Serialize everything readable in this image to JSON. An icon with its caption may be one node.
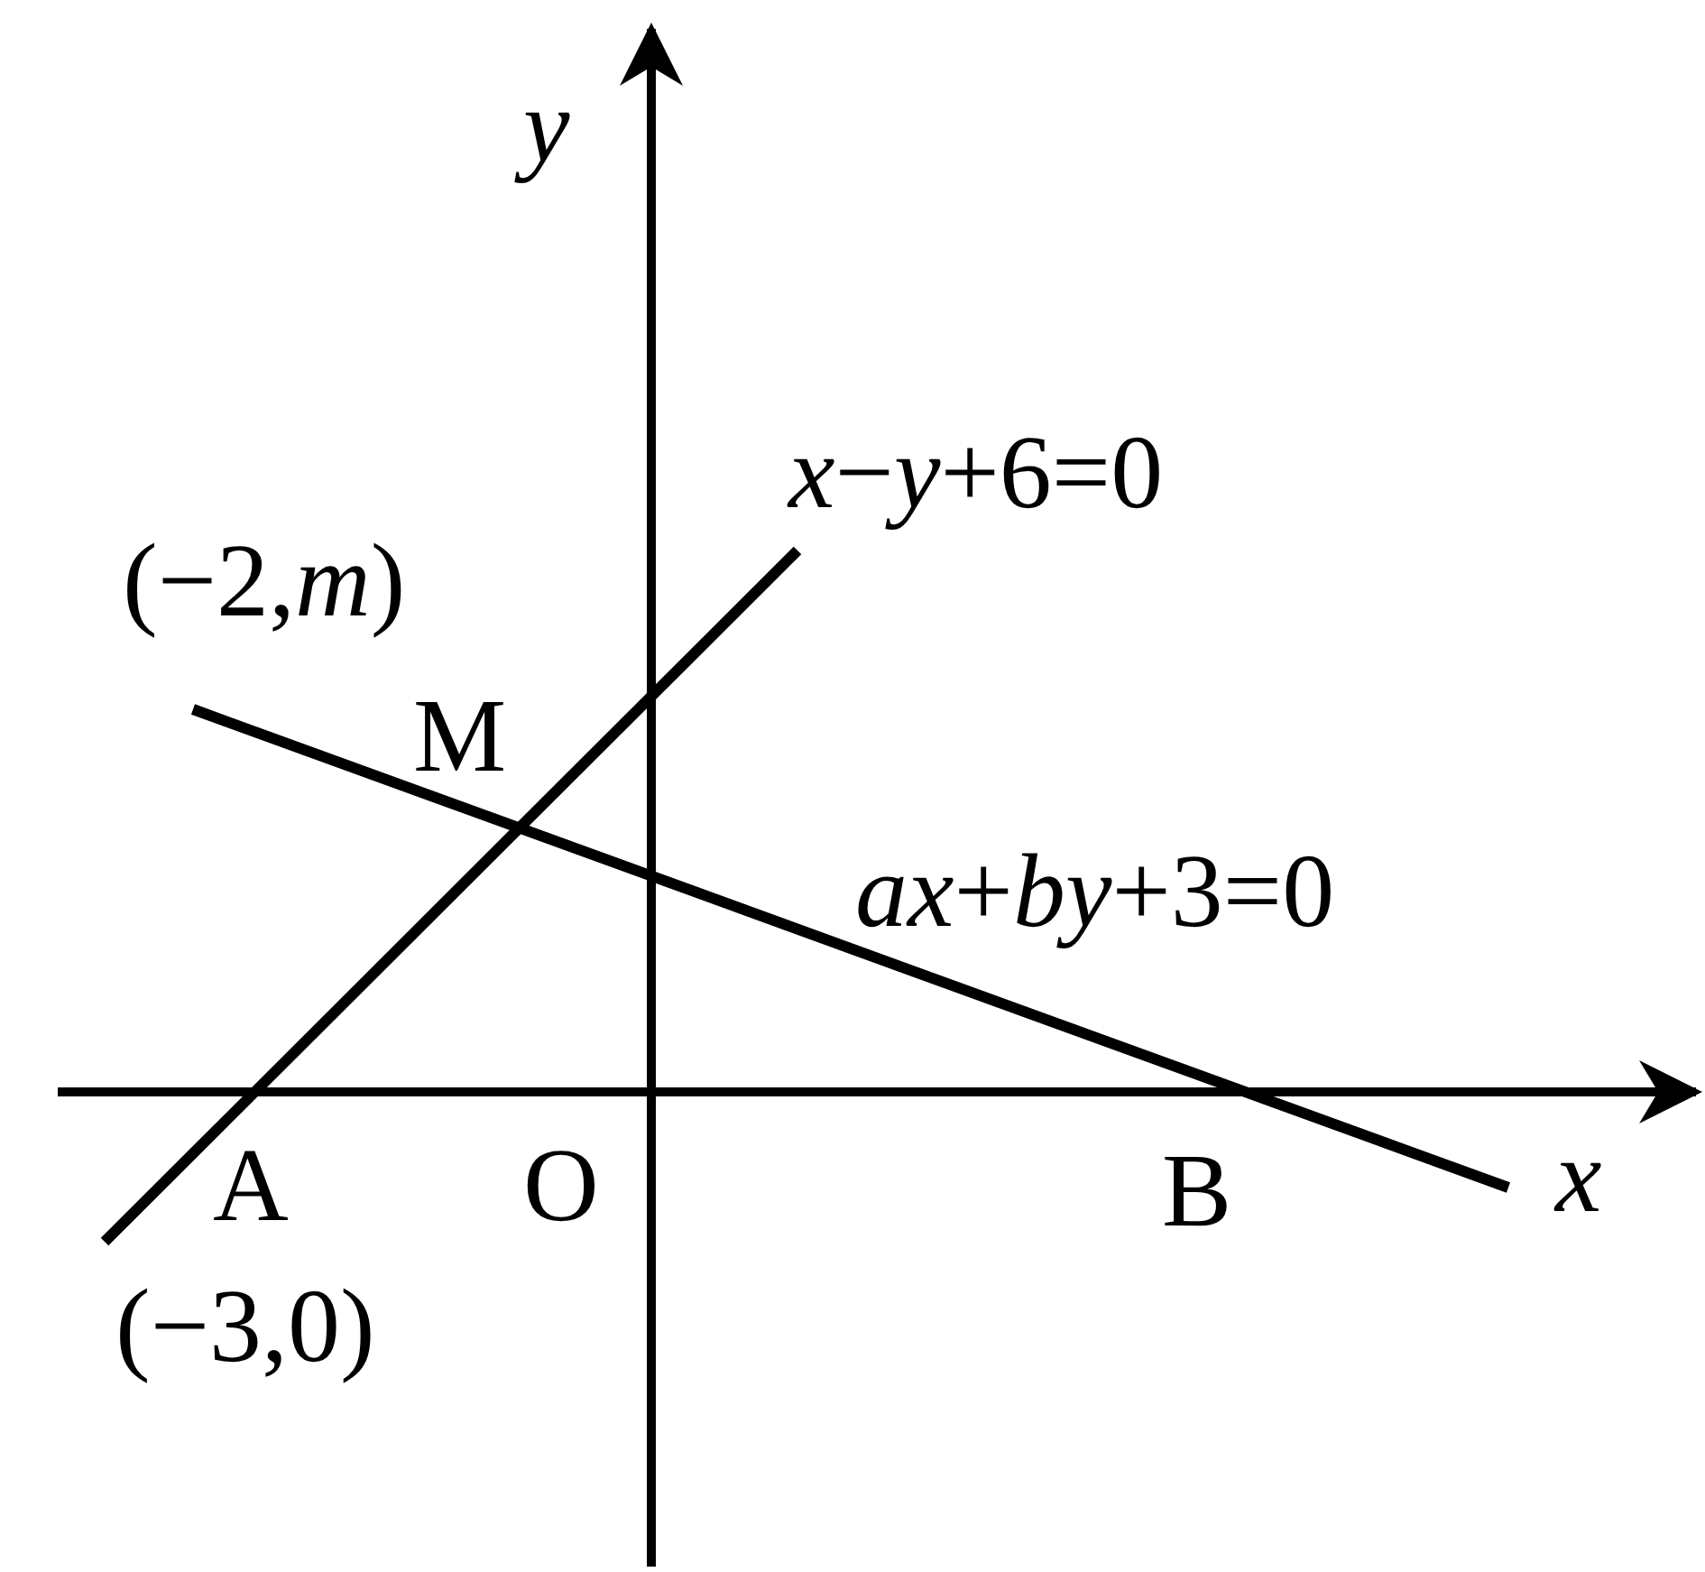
{
  "diagram": {
    "labels": [
      "y",
      "*x*−*y*+6=0",
      "(−2,*m*)",
      "M",
      "*ax*+*by*+3=0",
      "A",
      "O",
      "B",
      "x",
      "(−3,0)"
    ]
  }
}
